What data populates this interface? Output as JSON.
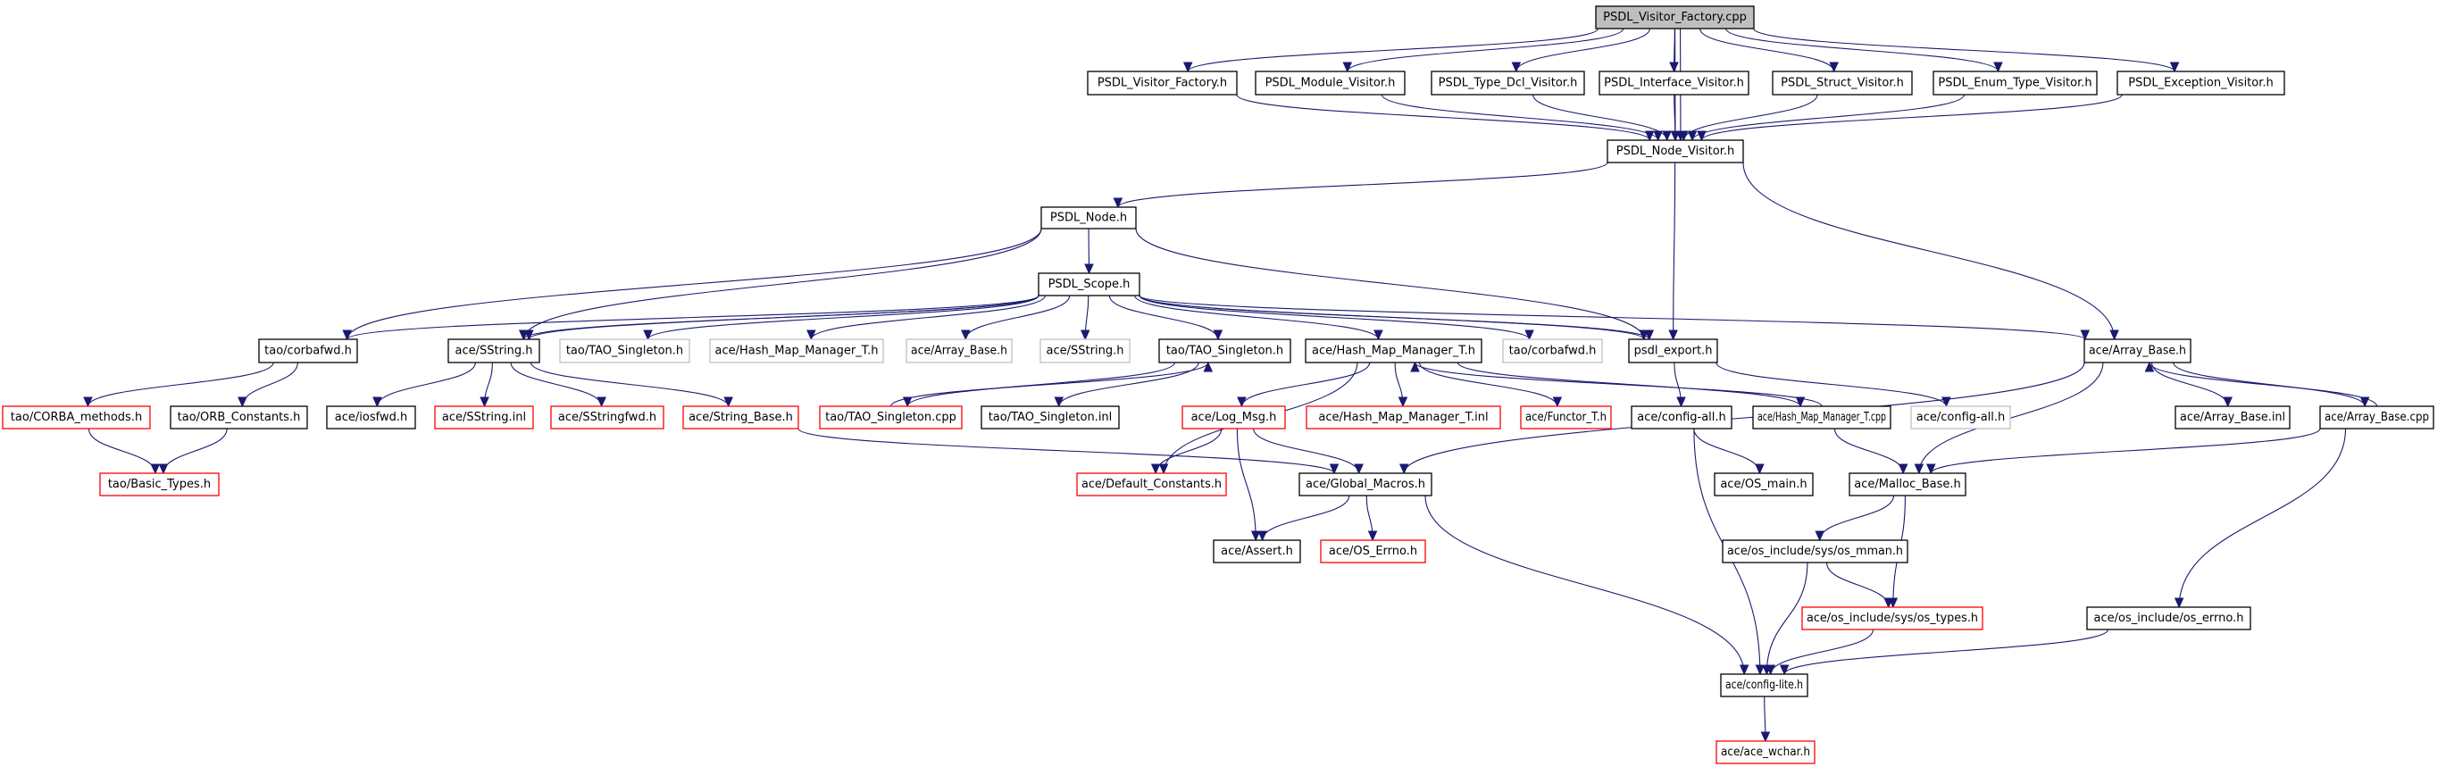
{
  "diagram": {
    "type": "include-dependency-graph",
    "colors": {
      "edge": "#191970",
      "root_fill": "#bfbfbf",
      "normal_border": "#000000",
      "truncated_border": "#ff0000",
      "external_border": "#bfbfbf"
    },
    "nodes": [
      {
        "id": "root",
        "label": "PSDL_Visitor_Factory.cpp",
        "style": "root"
      },
      {
        "id": "vf_h",
        "label": "PSDL_Visitor_Factory.h",
        "style": "normal"
      },
      {
        "id": "mod_v",
        "label": "PSDL_Module_Visitor.h",
        "style": "normal"
      },
      {
        "id": "tdcl_v",
        "label": "PSDL_Type_Dcl_Visitor.h",
        "style": "normal"
      },
      {
        "id": "iface_v",
        "label": "PSDL_Interface_Visitor.h",
        "style": "normal"
      },
      {
        "id": "struct_v",
        "label": "PSDL_Struct_Visitor.h",
        "style": "normal"
      },
      {
        "id": "enum_v",
        "label": "PSDL_Enum_Type_Visitor.h",
        "style": "normal"
      },
      {
        "id": "exc_v",
        "label": "PSDL_Exception_Visitor.h",
        "style": "normal"
      },
      {
        "id": "node_v",
        "label": "PSDL_Node_Visitor.h",
        "style": "normal"
      },
      {
        "id": "node_h",
        "label": "PSDL_Node.h",
        "style": "normal"
      },
      {
        "id": "scope_h",
        "label": "PSDL_Scope.h",
        "style": "normal"
      },
      {
        "id": "corbafwd",
        "label": "tao/corbafwd.h",
        "style": "normal"
      },
      {
        "id": "sstring",
        "label": "ace/SString.h",
        "style": "normal"
      },
      {
        "id": "tao_single_g",
        "label": "tao/TAO_Singleton.h",
        "style": "external"
      },
      {
        "id": "hmm_g",
        "label": "ace/Hash_Map_Manager_T.h",
        "style": "external"
      },
      {
        "id": "arrbase_g",
        "label": "ace/Array_Base.h",
        "style": "external"
      },
      {
        "id": "sstring_g",
        "label": "ace/SString.h",
        "style": "external"
      },
      {
        "id": "tao_single",
        "label": "tao/TAO_Singleton.h",
        "style": "normal"
      },
      {
        "id": "hmm",
        "label": "ace/Hash_Map_Manager_T.h",
        "style": "normal"
      },
      {
        "id": "corbafwd_g",
        "label": "tao/corbafwd.h",
        "style": "external"
      },
      {
        "id": "psdl_export",
        "label": "psdl_export.h",
        "style": "normal"
      },
      {
        "id": "arrbase",
        "label": "ace/Array_Base.h",
        "style": "normal"
      },
      {
        "id": "corba_methods",
        "label": "tao/CORBA_methods.h",
        "style": "truncated"
      },
      {
        "id": "orb_const",
        "label": "tao/ORB_Constants.h",
        "style": "normal"
      },
      {
        "id": "iosfwd",
        "label": "ace/iosfwd.h",
        "style": "normal"
      },
      {
        "id": "sstring_inl",
        "label": "ace/SString.inl",
        "style": "truncated"
      },
      {
        "id": "sstringfwd",
        "label": "ace/SStringfwd.h",
        "style": "truncated"
      },
      {
        "id": "string_base",
        "label": "ace/String_Base.h",
        "style": "truncated"
      },
      {
        "id": "tao_single_cpp",
        "label": "tao/TAO_Singleton.cpp",
        "style": "truncated"
      },
      {
        "id": "tao_single_inl",
        "label": "tao/TAO_Singleton.inl",
        "style": "normal"
      },
      {
        "id": "log_msg",
        "label": "ace/Log_Msg.h",
        "style": "truncated"
      },
      {
        "id": "hmm_inl",
        "label": "ace/Hash_Map_Manager_T.inl",
        "style": "truncated"
      },
      {
        "id": "functor",
        "label": "ace/Functor_T.h",
        "style": "truncated"
      },
      {
        "id": "config_all",
        "label": "ace/config-all.h",
        "style": "normal"
      },
      {
        "id": "hmm_cpp",
        "label": "ace/Hash_Map_Manager_T.cpp",
        "style": "normal"
      },
      {
        "id": "config_all_g",
        "label": "ace/config-all.h",
        "style": "external"
      },
      {
        "id": "arrbase_inl",
        "label": "ace/Array_Base.inl",
        "style": "normal"
      },
      {
        "id": "arrbase_cpp",
        "label": "ace/Array_Base.cpp",
        "style": "normal"
      },
      {
        "id": "basic_types",
        "label": "tao/Basic_Types.h",
        "style": "truncated"
      },
      {
        "id": "default_const",
        "label": "ace/Default_Constants.h",
        "style": "truncated"
      },
      {
        "id": "global_macros",
        "label": "ace/Global_Macros.h",
        "style": "normal"
      },
      {
        "id": "os_main",
        "label": "ace/OS_main.h",
        "style": "normal"
      },
      {
        "id": "malloc_base",
        "label": "ace/Malloc_Base.h",
        "style": "normal"
      },
      {
        "id": "assert_h",
        "label": "ace/Assert.h",
        "style": "normal"
      },
      {
        "id": "os_errno_h",
        "label": "ace/OS_Errno.h",
        "style": "truncated"
      },
      {
        "id": "os_mman",
        "label": "ace/os_include/sys/os_mman.h",
        "style": "normal"
      },
      {
        "id": "os_types",
        "label": "ace/os_include/sys/os_types.h",
        "style": "truncated"
      },
      {
        "id": "os_errno",
        "label": "ace/os_include/os_errno.h",
        "style": "normal"
      },
      {
        "id": "config_lite",
        "label": "ace/config-lite.h",
        "style": "normal"
      },
      {
        "id": "ace_wchar",
        "label": "ace/ace_wchar.h",
        "style": "truncated"
      }
    ],
    "edges": [
      [
        "root",
        "vf_h"
      ],
      [
        "root",
        "mod_v"
      ],
      [
        "root",
        "tdcl_v"
      ],
      [
        "root",
        "iface_v"
      ],
      [
        "root",
        "struct_v"
      ],
      [
        "root",
        "enum_v"
      ],
      [
        "root",
        "exc_v"
      ],
      [
        "vf_h",
        "node_v"
      ],
      [
        "mod_v",
        "node_v"
      ],
      [
        "tdcl_v",
        "node_v"
      ],
      [
        "iface_v",
        "node_v"
      ],
      [
        "struct_v",
        "node_v"
      ],
      [
        "enum_v",
        "node_v"
      ],
      [
        "exc_v",
        "node_v"
      ],
      [
        "root",
        "node_v"
      ],
      [
        "root",
        "node_v"
      ],
      [
        "node_v",
        "node_h"
      ],
      [
        "node_v",
        "psdl_export"
      ],
      [
        "node_v",
        "arrbase"
      ],
      [
        "node_h",
        "scope_h"
      ],
      [
        "node_h",
        "corbafwd"
      ],
      [
        "node_h",
        "sstring"
      ],
      [
        "node_h",
        "psdl_export"
      ],
      [
        "scope_h",
        "corbafwd"
      ],
      [
        "scope_h",
        "sstring"
      ],
      [
        "scope_h",
        "sstring"
      ],
      [
        "scope_h",
        "tao_single_g"
      ],
      [
        "scope_h",
        "hmm_g"
      ],
      [
        "scope_h",
        "arrbase_g"
      ],
      [
        "scope_h",
        "sstring_g"
      ],
      [
        "scope_h",
        "tao_single"
      ],
      [
        "scope_h",
        "hmm"
      ],
      [
        "scope_h",
        "corbafwd_g"
      ],
      [
        "scope_h",
        "psdl_export"
      ],
      [
        "scope_h",
        "psdl_export"
      ],
      [
        "scope_h",
        "arrbase"
      ],
      [
        "corbafwd",
        "corba_methods"
      ],
      [
        "corbafwd",
        "orb_const"
      ],
      [
        "corba_methods",
        "basic_types"
      ],
      [
        "orb_const",
        "basic_types"
      ],
      [
        "sstring",
        "iosfwd"
      ],
      [
        "sstring",
        "sstring_inl"
      ],
      [
        "sstring",
        "sstringfwd"
      ],
      [
        "sstring",
        "string_base"
      ],
      [
        "string_base",
        "global_macros"
      ],
      [
        "tao_single",
        "tao_single_cpp"
      ],
      [
        "tao_single_cpp",
        "tao_single"
      ],
      [
        "tao_single",
        "tao_single_inl"
      ],
      [
        "hmm",
        "default_const"
      ],
      [
        "hmm",
        "log_msg"
      ],
      [
        "hmm",
        "hmm_inl"
      ],
      [
        "hmm",
        "functor"
      ],
      [
        "hmm",
        "hmm_cpp"
      ],
      [
        "hmm_cpp",
        "hmm"
      ],
      [
        "log_msg",
        "default_const"
      ],
      [
        "log_msg",
        "global_macros"
      ],
      [
        "log_msg",
        "assert_h"
      ],
      [
        "psdl_export",
        "config_all"
      ],
      [
        "psdl_export",
        "config_all_g"
      ],
      [
        "config_all",
        "os_main"
      ],
      [
        "config_all",
        "config_lite"
      ],
      [
        "hmm_cpp",
        "malloc_base"
      ],
      [
        "arrbase",
        "arrbase_inl"
      ],
      [
        "arrbase",
        "arrbase_cpp"
      ],
      [
        "arrbase_cpp",
        "arrbase"
      ],
      [
        "arrbase",
        "global_macros"
      ],
      [
        "arrbase",
        "malloc_base"
      ],
      [
        "arrbase_cpp",
        "malloc_base"
      ],
      [
        "arrbase_cpp",
        "os_errno"
      ],
      [
        "global_macros",
        "assert_h"
      ],
      [
        "global_macros",
        "os_errno_h"
      ],
      [
        "global_macros",
        "config_lite"
      ],
      [
        "malloc_base",
        "os_mman"
      ],
      [
        "malloc_base",
        "os_types"
      ],
      [
        "os_mman",
        "os_types"
      ],
      [
        "os_mman",
        "config_lite"
      ],
      [
        "os_types",
        "config_lite"
      ],
      [
        "os_errno",
        "config_lite"
      ],
      [
        "config_lite",
        "ace_wchar"
      ]
    ]
  }
}
